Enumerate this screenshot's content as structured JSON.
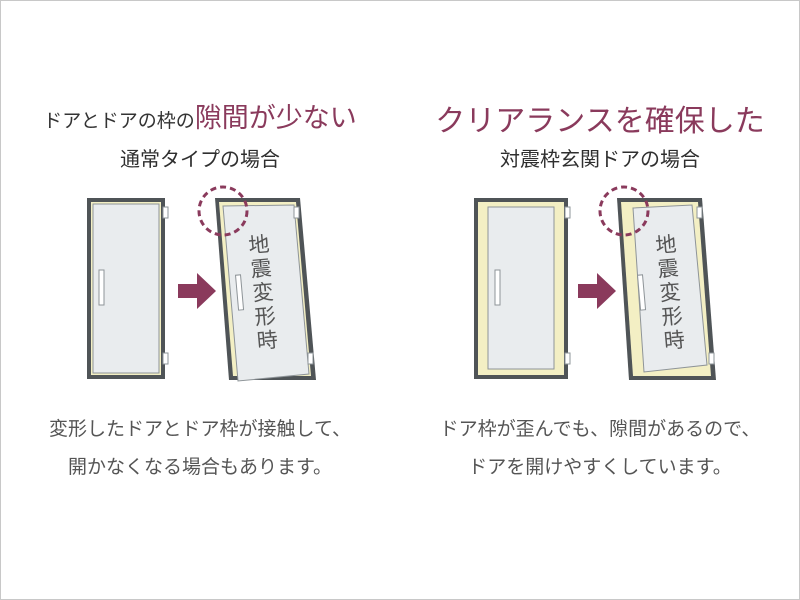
{
  "left": {
    "heading_plain": "ドアとドアの枠の",
    "heading_emph": "隙間が少ない",
    "subheading": "通常タイプの場合",
    "door_label": "地震変形時",
    "caption_line1": "変形したドアとドア枠が接触して、",
    "caption_line2": "開かなくなる場合もあります。"
  },
  "right": {
    "heading_emph": "クリアランスを確保した",
    "subheading": "対震枠玄関ドアの場合",
    "door_label": "地震変形時",
    "caption_line1": "ドア枠が歪んでも、隙間があるので、",
    "caption_line2": "ドアを開けやすくしています。"
  },
  "colors": {
    "frame": "#4f5457",
    "door": "#e9ecee",
    "gap": "#f3efc4",
    "accent": "#8a3a5c",
    "arrow": "#8a3a5c"
  }
}
